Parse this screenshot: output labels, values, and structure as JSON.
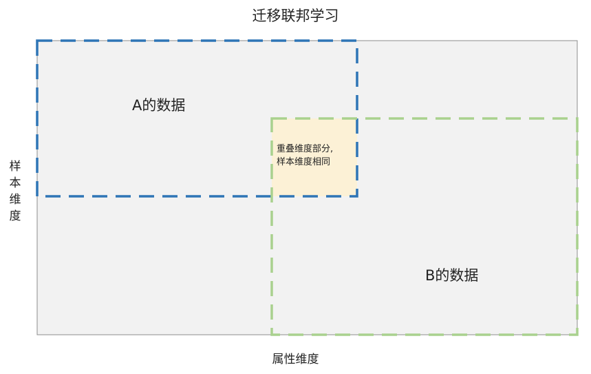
{
  "diagram": {
    "title": "迁移联邦学习",
    "dataset_a_label": "A的数据",
    "dataset_b_label": "B的数据",
    "overlap_label_line1": "重叠维度部分,",
    "overlap_label_line2": "样本维度相同",
    "y_axis_label": "样本维度",
    "x_axis_label": "属性维度"
  },
  "colors": {
    "background_area": "#f2f2f2",
    "background_border": "#8c8c8c",
    "overlap_fill": "#fcf1d6",
    "dataset_a_border": "#2e75b6",
    "dataset_b_border": "#a9d18e"
  }
}
